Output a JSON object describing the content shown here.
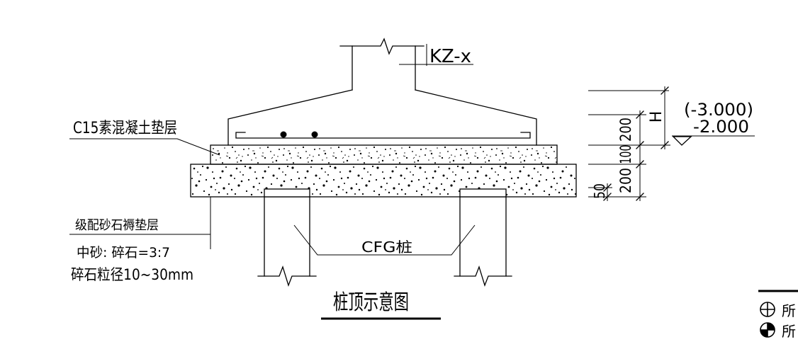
{
  "drawing": {
    "title": "桩顶示意图",
    "column_label": "KZ-x",
    "c15_cushion_label": "C15素混凝土垫层",
    "gravel_cushion": {
      "label": "级配砂石褥垫层",
      "mix_ratio": "中砂: 碎石=3:7",
      "aggregate_size": "碎石粒径10~30mm"
    },
    "pile_label": "CFG桩",
    "elevation": {
      "upper": "(-3.000)",
      "lower": "-2.000"
    },
    "dimensions": {
      "column_height": "H",
      "footing_edge": "200",
      "c15_thickness": "100",
      "gravel_thickness": "200",
      "pile_embedment": "50"
    }
  },
  "legend": {
    "items": [
      {
        "icon": "cross-circle-icon",
        "text": "所"
      },
      {
        "icon": "quadrant-filled-circle-icon",
        "text": "所"
      }
    ]
  },
  "colors": {
    "ink": "#000000",
    "paper": "#ffffff"
  }
}
